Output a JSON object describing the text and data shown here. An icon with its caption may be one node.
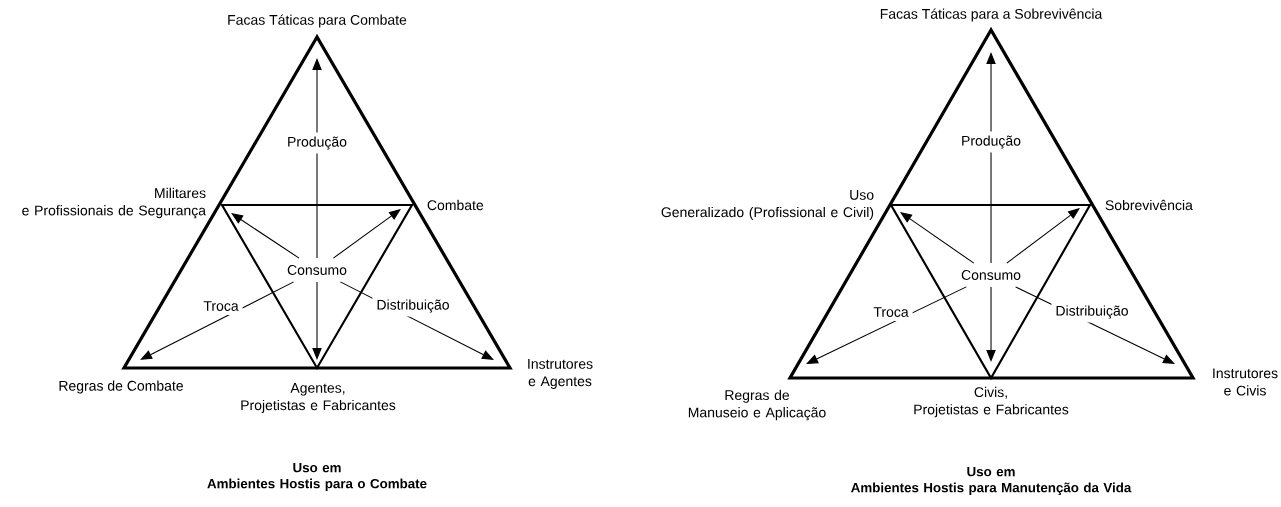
{
  "diagram": {
    "nodes": [
      {
        "text": [
          "Facas Táticas para Combate"
        ]
      },
      {
        "text": [
          "Militares e Profissionais de Segurança"
        ]
      },
      {
        "text": [
          "Combate"
        ]
      },
      {
        "text": [
          "Consumo"
        ]
      },
      {
        "text": [
          "Regras de Combate"
        ]
      },
      {
        "text": [
          "Agentes, Projetistas e Fabricantes"
        ]
      },
      {
        "text": [
          "Instrutores e Agentes"
        ]
      },
      {
        "text": [
          "Facas Táticas para a Sobrevivência"
        ]
      },
      {
        "text": [
          "Uso Generalizado (Profissional e Civil)"
        ]
      },
      {
        "text": [
          "Sobrevivência"
        ]
      },
      {
        "text": [
          "Consumo"
        ]
      },
      {
        "text": [
          "Regras de Manuseio e Aplicação"
        ]
      },
      {
        "text": [
          "Civis, Projetistas e Fabricantes"
        ]
      },
      {
        "text": [
          "Instrutores e Civis"
        ]
      }
    ],
    "edges": [
      {
        "from": 3,
        "to": 0,
        "arrow": "to",
        "label": "Produção"
      },
      {
        "from": 3,
        "to": 1,
        "arrow": "to"
      },
      {
        "from": 3,
        "to": 2,
        "arrow": "to"
      },
      {
        "from": 3,
        "to": 4,
        "arrow": "to",
        "label": "Troca"
      },
      {
        "from": 3,
        "to": 5,
        "arrow": "to"
      },
      {
        "from": 3,
        "to": 6,
        "arrow": "to",
        "label": "Distribuição"
      },
      {
        "from": 10,
        "to": 7,
        "arrow": "to",
        "label": "Produção"
      },
      {
        "from": 10,
        "to": 8,
        "arrow": "to"
      },
      {
        "from": 10,
        "to": 9,
        "arrow": "to"
      },
      {
        "from": 10,
        "to": 11,
        "arrow": "to",
        "label": "Troca"
      },
      {
        "from": 10,
        "to": 12,
        "arrow": "to"
      },
      {
        "from": 10,
        "to": 13,
        "arrow": "to",
        "label": "Distribuição"
      }
    ],
    "labels": [
      "Uso em Ambientes Hostis para o Combate",
      "Uso em Ambientes Hostis para Manutenção da Vida"
    ]
  }
}
